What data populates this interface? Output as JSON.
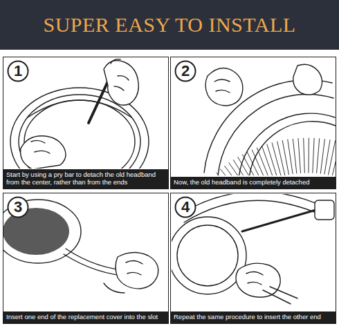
{
  "diagram": {
    "title": "SUPER EASY TO INSTALL",
    "nodes": [
      {
        "text": [
          "Start by using a pry bar to detach the old headband from the center, rather than from the ends"
        ]
      },
      {
        "text": [
          "1"
        ],
        "in": 0
      },
      {
        "text": [
          "Now, the old headband is completely detached"
        ]
      },
      {
        "text": [
          "2"
        ],
        "in": 2
      },
      {
        "text": [
          "Insert one end of the replacement cover into the slot"
        ]
      },
      {
        "text": [
          "3"
        ],
        "in": 4
      },
      {
        "text": [
          "Repeat the same procedure to insert the other end"
        ]
      },
      {
        "text": [
          "4"
        ],
        "in": 6
      }
    ]
  }
}
